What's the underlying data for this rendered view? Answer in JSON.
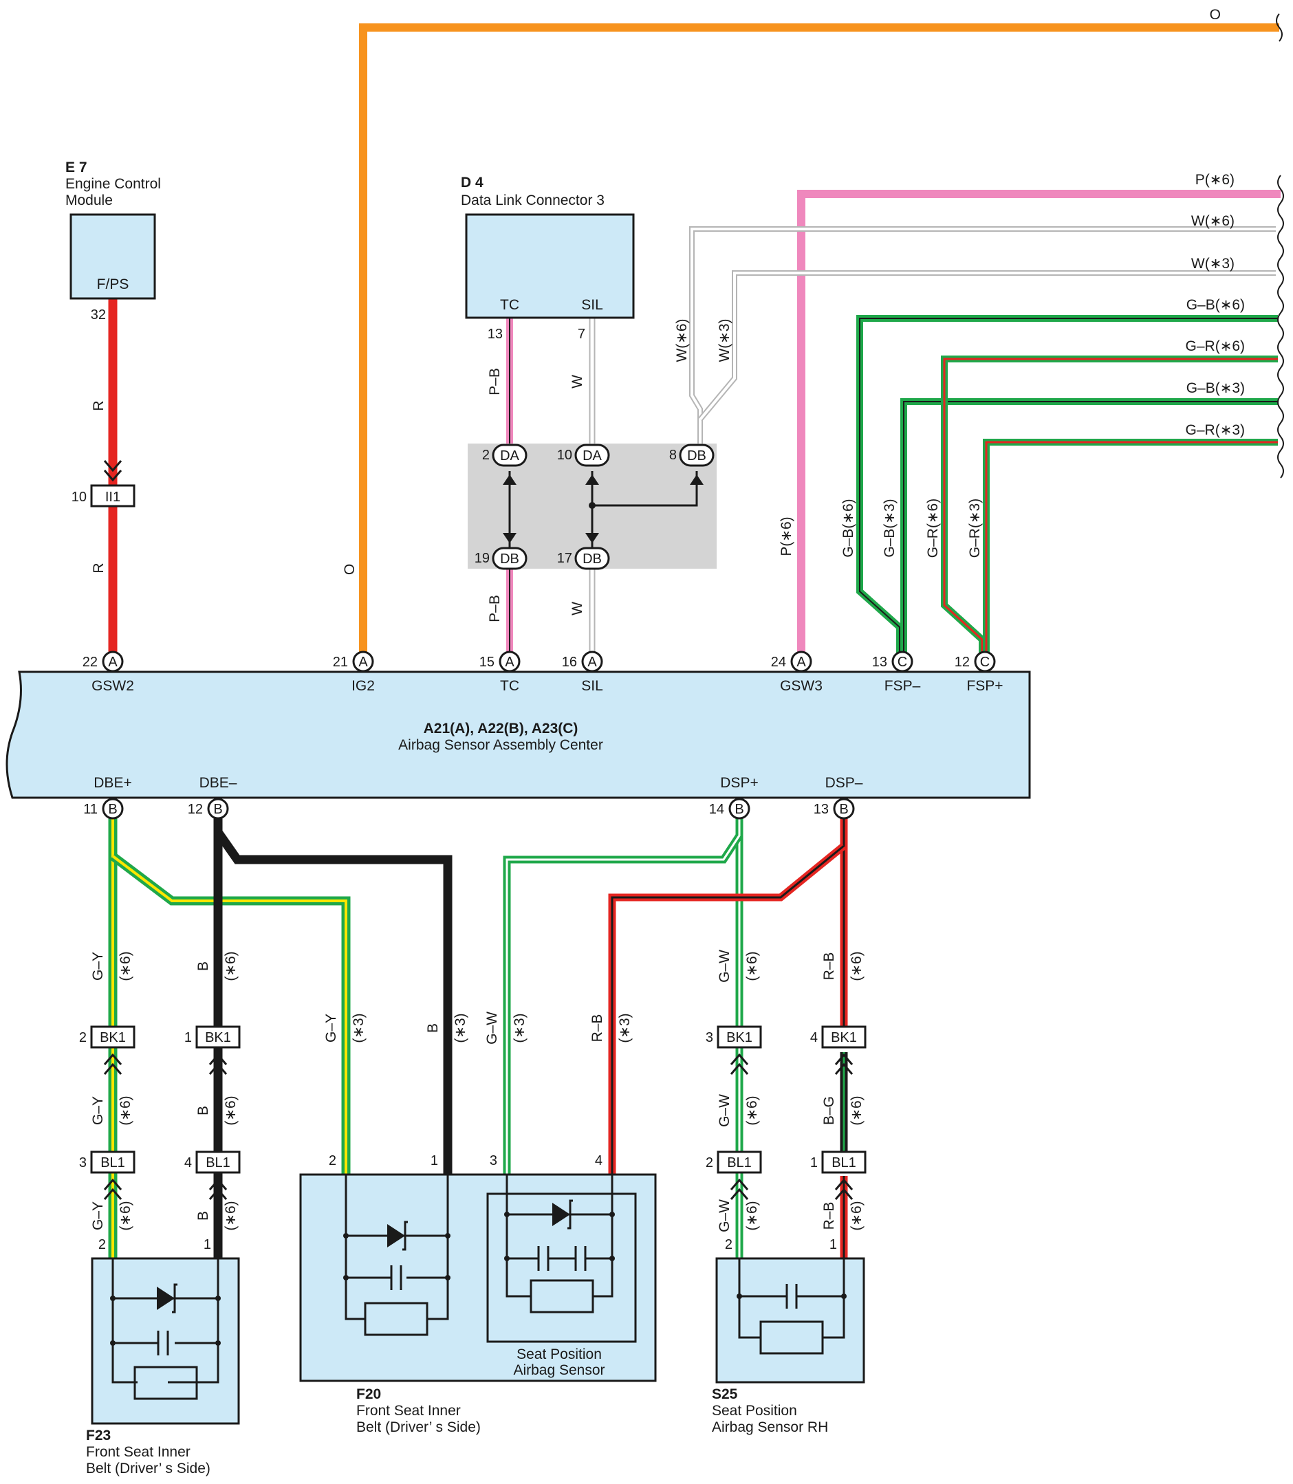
{
  "colors": {
    "orange": "#f7931e",
    "pink": "#ef88bd",
    "red": "#e52521",
    "green": "#1fa84a",
    "black": "#1a1a1a",
    "white_wire": "#b5b5b5",
    "yellow": "#ffe600",
    "component_fill": "#cde9f7",
    "junction_fill": "#d4d4d4"
  },
  "components": {
    "e7": {
      "code": "E 7",
      "name1": "Engine Control",
      "name2": "Module",
      "term": "F/PS",
      "pin": "32"
    },
    "d4": {
      "code": "D 4",
      "name": "Data Link Connector 3",
      "term_tc": "TC",
      "term_sil": "SIL",
      "pin_tc": "13",
      "pin_sil": "7"
    },
    "main": {
      "code": "A21(A), A22(B), A23(C)",
      "name": "Airbag Sensor Assembly Center"
    },
    "f23": {
      "code": "F23",
      "name1": "Front Seat Inner",
      "name2": "Belt (Driver’ s Side)"
    },
    "f20": {
      "code": "F20",
      "name1": "Front Seat Inner",
      "name2": "Belt (Driver’ s Side)",
      "sub1": "Seat Position",
      "sub2": "Airbag Sensor"
    },
    "s25": {
      "code": "S25",
      "name1": "Seat Position",
      "name2": "Airbag Sensor RH"
    }
  },
  "top_terminals": [
    {
      "pin": "22",
      "conn": "A",
      "name": "GSW2"
    },
    {
      "pin": "21",
      "conn": "A",
      "name": "IG2"
    },
    {
      "pin": "15",
      "conn": "A",
      "name": "TC"
    },
    {
      "pin": "16",
      "conn": "A",
      "name": "SIL"
    },
    {
      "pin": "24",
      "conn": "A",
      "name": "GSW3"
    },
    {
      "pin": "13",
      "conn": "C",
      "name": "FSP–"
    },
    {
      "pin": "12",
      "conn": "C",
      "name": "FSP+"
    }
  ],
  "bottom_terminals": [
    {
      "pin": "11",
      "conn": "B",
      "name": "DBE+"
    },
    {
      "pin": "12",
      "conn": "B",
      "name": "DBE–"
    },
    {
      "pin": "14",
      "conn": "B",
      "name": "DSP+"
    },
    {
      "pin": "13",
      "conn": "B",
      "name": "DSP–"
    }
  ],
  "right_wires": [
    "O",
    "P(∗6)",
    "W(∗6)",
    "W(∗3)",
    "G–B(∗6)",
    "G–R(∗6)",
    "G–B(∗3)",
    "G–R(∗3)"
  ],
  "junction": {
    "top": [
      {
        "pin": "2",
        "code": "DA"
      },
      {
        "pin": "10",
        "code": "DA"
      },
      {
        "pin": "8",
        "code": "DB"
      }
    ],
    "bottom": [
      {
        "pin": "19",
        "code": "DB"
      },
      {
        "pin": "17",
        "code": "DB"
      }
    ]
  },
  "ii1": {
    "pin": "10",
    "code": "II1"
  },
  "bk1": [
    {
      "pin": "2",
      "code": "BK1"
    },
    {
      "pin": "1",
      "code": "BK1"
    },
    {
      "pin": "3",
      "code": "BK1"
    },
    {
      "pin": "4",
      "code": "BK1"
    }
  ],
  "bl1": [
    {
      "pin": "3",
      "code": "BL1"
    },
    {
      "pin": "4",
      "code": "BL1"
    },
    {
      "pin": "2",
      "code": "BL1"
    },
    {
      "pin": "1",
      "code": "BL1"
    }
  ],
  "wire_labels": {
    "e7_r": "R",
    "ig2_o": "O",
    "tc_pb": "P–B",
    "sil_w": "W",
    "w6": "W(∗6)",
    "w3": "W(∗3)",
    "p6": "P(∗6)",
    "gb6": "G–B(∗6)",
    "gb3": "G–B(∗3)",
    "gr6": "G–R(∗6)",
    "gr3": "G–R(∗3)",
    "gy": "G–Y",
    "b": "B",
    "gw": "G–W",
    "rb": "R–B",
    "bg": "B–G",
    "v6": "(∗6)",
    "v3": "(∗3)"
  },
  "f23_pins": [
    "2",
    "1"
  ],
  "f20_pins": [
    "2",
    "1",
    "3",
    "4"
  ],
  "s25_pins": [
    "2",
    "1"
  ]
}
